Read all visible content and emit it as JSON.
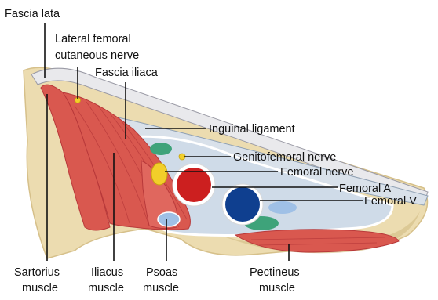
{
  "labels": {
    "fascia_lata": "Fascia lata",
    "lfcn_line1": "Lateral femoral",
    "lfcn_line2": "cutaneous nerve",
    "fascia_iliaca": "Fascia iliaca",
    "inguinal_ligament": "Inguinal ligament",
    "genitofemoral_nerve": "Genitofemoral nerve",
    "femoral_nerve": "Femoral nerve",
    "femoral_artery": "Femoral A",
    "femoral_vein": "Femoral V",
    "sartorius_line1": "Sartorius",
    "sartorius_line2": "muscle",
    "iliacus_line1": "Iliacus",
    "iliacus_line2": "muscle",
    "psoas_line1": "Psoas",
    "psoas_line2": "muscle",
    "pectineus_line1": "Pectineus",
    "pectineus_line2": "muscle"
  },
  "colors": {
    "bone": "#ecdcb0",
    "bone_shadow": "#d6c08a",
    "muscle": "#d9584f",
    "muscle_dark": "#b8393a",
    "artery": "#cc1f1f",
    "vein": "#0f3f8f",
    "nerve": "#f2cf2a",
    "fascia_fill": "#cfdbe8",
    "ligament": "#b9c7d6",
    "lymph": "#3ea37a",
    "leader": "#111111"
  }
}
